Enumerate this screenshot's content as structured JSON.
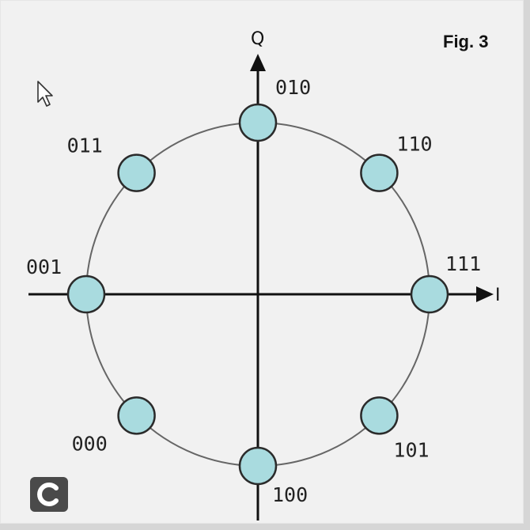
{
  "figure": {
    "label": "Fig. 3",
    "axes": {
      "horizontal": "I",
      "vertical": "Q"
    },
    "points": [
      {
        "bits": "010",
        "angle_deg": 90
      },
      {
        "bits": "110",
        "angle_deg": 45
      },
      {
        "bits": "111",
        "angle_deg": 0
      },
      {
        "bits": "101",
        "angle_deg": -45
      },
      {
        "bits": "100",
        "angle_deg": -90
      },
      {
        "bits": "000",
        "angle_deg": -135
      },
      {
        "bits": "001",
        "angle_deg": 180
      },
      {
        "bits": "011",
        "angle_deg": 135
      }
    ]
  },
  "colors": {
    "point_fill": "#a9dbdf",
    "point_stroke": "#2b2b2b",
    "circle_stroke": "#666666",
    "axis": "#111111",
    "logo": "#4a4a4a"
  },
  "icons": {
    "cursor": "arrow-cursor-icon",
    "logo": "c-logo-icon"
  }
}
